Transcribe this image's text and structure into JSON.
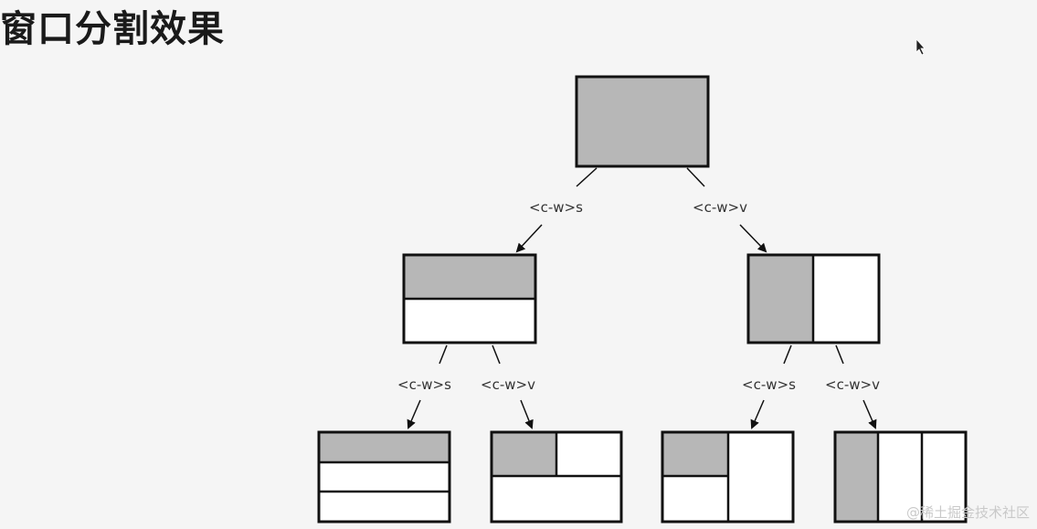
{
  "title": "窗口分割效果",
  "labels": {
    "top_left": "<c-w>s",
    "top_right": "<c-w>v",
    "left_left": "<c-w>s",
    "left_right": "<c-w>v",
    "right_left": "<c-w>s",
    "right_right": "<c-w>v"
  },
  "watermark": "@稀土掘金技术社区",
  "colors": {
    "active_pane": "#b7b7b7",
    "inactive_pane": "#ffffff",
    "border": "#111111",
    "background": "#f5f5f5"
  }
}
